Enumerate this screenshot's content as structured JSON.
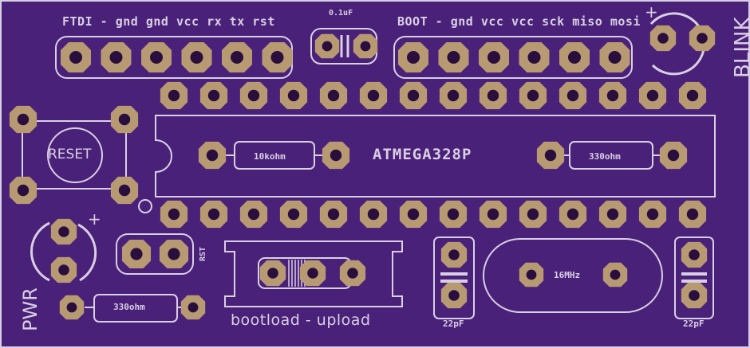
{
  "labels": {
    "ftdi": "FTDI - gnd gnd vcc rx tx rst",
    "cap_01uf": "0.1uF",
    "boot": "BOOT - gnd vcc vcc sck miso mosi",
    "blink": "BLINK",
    "reset": "RESET",
    "r_10k": "10kohm",
    "chip": "ATMEGA328P",
    "r_330_top": "330ohm",
    "pwr": "PWR",
    "rst": "RST",
    "r_330_bottom": "330ohm",
    "bootload": "bootload - upload",
    "crystal": "16MHz",
    "cap_22pf_left": "22pF",
    "cap_22pf_right": "22pF"
  },
  "colors": {
    "board": "#4a2179",
    "silkscreen": "#d9cfe3",
    "pad": "#b89a72",
    "hole": "#2a0f3e"
  },
  "components": {
    "ftdi_header_pins": 6,
    "boot_header_pins": 6,
    "chip_pins_per_row": 14
  }
}
